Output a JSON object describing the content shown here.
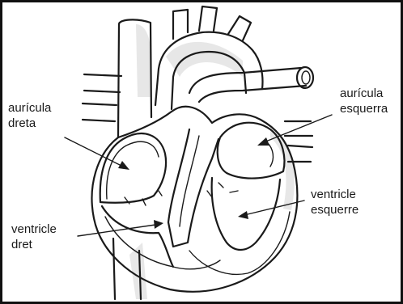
{
  "diagram": {
    "labels": {
      "right_atrium_line1": "aurícula",
      "right_atrium_line2": "dreta",
      "left_atrium_line1": "aurícula",
      "left_atrium_line2": "esquerra",
      "right_ventricle_line1": "ventricle",
      "right_ventricle_line2": "dret",
      "left_ventricle_line1": "ventricle",
      "left_ventricle_line2": "esquerre"
    },
    "colors": {
      "ink": "#1a1a1a",
      "shading": "#d4d4d4",
      "background": "#ffffff",
      "border": "#111111"
    }
  }
}
